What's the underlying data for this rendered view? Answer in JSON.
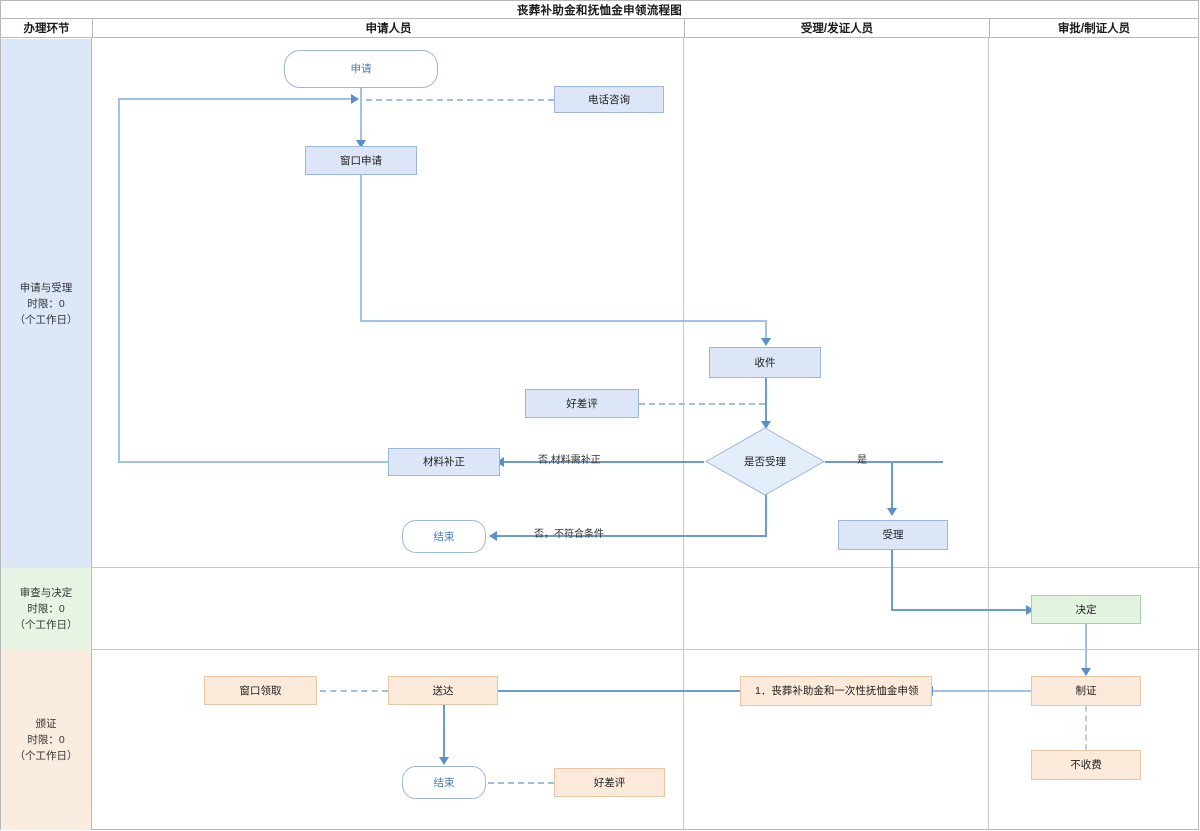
{
  "title": "丧葬补助金和抚恤金申领流程图",
  "columns": [
    {
      "key": "stage",
      "label": "办理环节"
    },
    {
      "key": "applicant",
      "label": "申请人员"
    },
    {
      "key": "accept",
      "label": "受理/发证人员"
    },
    {
      "key": "approve",
      "label": "审批/制证人员"
    }
  ],
  "lanes": [
    {
      "name": "申请与受理",
      "limit": "时限：0",
      "unit": "（个工作日）",
      "color": "#dce7f8"
    },
    {
      "name": "审查与决定",
      "limit": "时限：0",
      "unit": "（个工作日）",
      "color": "#e8f5e4"
    },
    {
      "name": "颁证",
      "limit": "时限：0",
      "unit": "（个工作日）",
      "color": "#fbece0"
    }
  ],
  "nodes": {
    "apply": "申请",
    "phone": "电话咨询",
    "window_apply": "窗口申请",
    "receive": "收件",
    "review_1": "好差评",
    "decide_accept": "是否受理",
    "supplement": "材料补正",
    "end_1": "结束",
    "accept": "受理",
    "decision": "决定",
    "make_cert": "制证",
    "no_fee": "不收费",
    "window_collect": "窗口领取",
    "deliver": "送达",
    "end_2": "结束",
    "review_2": "好差评",
    "item_list": "1．丧葬补助金和一次性抚恤金申领"
  },
  "edge_labels": {
    "yes": "是",
    "no_supplement": "否,材料需补正",
    "no_qualify": "否，不符合条件"
  },
  "colors": {
    "line": "#6b9bd2",
    "node_blue": "#dce6f6",
    "node_green": "#e2f3e0",
    "node_peach": "#fbe9da",
    "border_blue": "#9cb7de",
    "text_link": "#4a7ebb"
  }
}
